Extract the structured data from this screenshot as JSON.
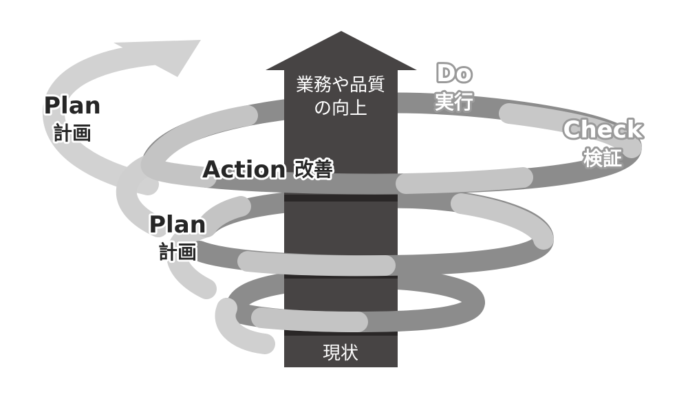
{
  "diagram": {
    "arrow": {
      "top_label_line1": "業務や品質",
      "top_label_line2": "の向上",
      "bottom_label": "現状"
    },
    "labels": {
      "do_en": "Do",
      "do_ja": "実行",
      "check_en": "Check",
      "check_ja": "検証",
      "action_en": "Action",
      "action_ja": "改善",
      "plan_top_en": "Plan",
      "plan_top_ja": "計画",
      "plan_mid_en": "Plan",
      "plan_mid_ja": "計画"
    },
    "colors": {
      "arrow": "#474444",
      "arrow_text": "#ffffff",
      "band": "#2a2727",
      "spiral_light": "#c8c8c8",
      "spiral_dark": "#8c8c8c",
      "text_dark": "#262626",
      "text_white": "#ffffff"
    }
  }
}
